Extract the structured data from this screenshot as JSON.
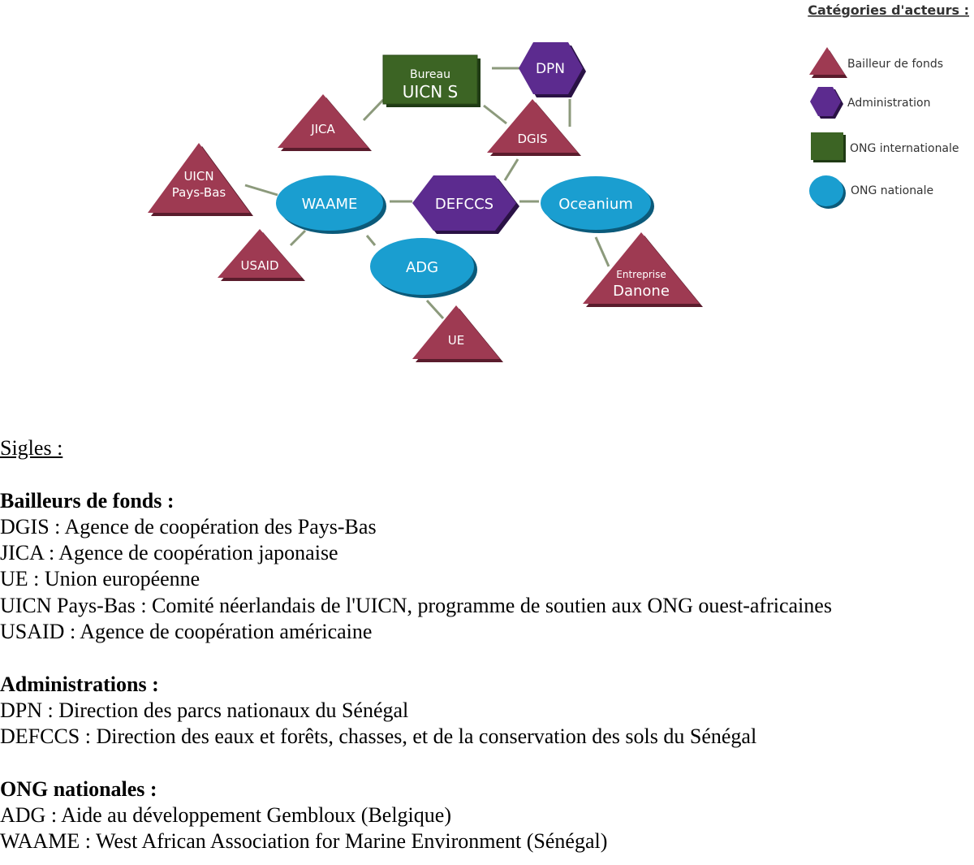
{
  "legend": {
    "title": "Catégories d'acteurs :",
    "items": [
      {
        "shape": "triangle",
        "label": "Bailleur de fonds",
        "color": "#9e3a52"
      },
      {
        "shape": "hexagon",
        "label": "Administration",
        "color": "#5c2b8f"
      },
      {
        "shape": "square",
        "label": "ONG internationale",
        "color": "#3c6424"
      },
      {
        "shape": "ellipse",
        "label": "ONG nationale",
        "color": "#1a9ed0"
      }
    ]
  },
  "nodes": {
    "bureau": {
      "line1": "Bureau",
      "line2": "UICN S"
    },
    "dpn": "DPN",
    "jica": "JICA",
    "dgis": "DGIS",
    "uicn_pb": {
      "line1": "UICN",
      "line2": "Pays-Bas"
    },
    "waame": "WAAME",
    "defccs": "DEFCCS",
    "oceanium": "Oceanium",
    "usaid": "USAID",
    "adg": "ADG",
    "danone": {
      "line1": "Entreprise",
      "line2": "Danone"
    },
    "ue": "UE"
  },
  "sigles": {
    "heading": "Sigles :",
    "sections": [
      {
        "title": "Bailleurs de fonds :",
        "entries": [
          "DGIS : Agence de coopération des Pays-Bas",
          "JICA : Agence de coopération japonaise",
          "UE : Union européenne",
          "UICN Pays-Bas : Comité néerlandais de l'UICN, programme de soutien aux ONG ouest-africaines",
          "USAID : Agence de coopération américaine"
        ]
      },
      {
        "title": "Administrations :",
        "entries": [
          "DPN : Direction des parcs nationaux du Sénégal",
          "DEFCCS : Direction des eaux et forêts, chasses, et de la conservation des sols du Sénégal"
        ]
      },
      {
        "title": "ONG nationales :",
        "entries": [
          "ADG : Aide au développement Gembloux (Belgique)",
          "WAAME : West African Association for Marine Environment (Sénégal)"
        ]
      }
    ]
  }
}
